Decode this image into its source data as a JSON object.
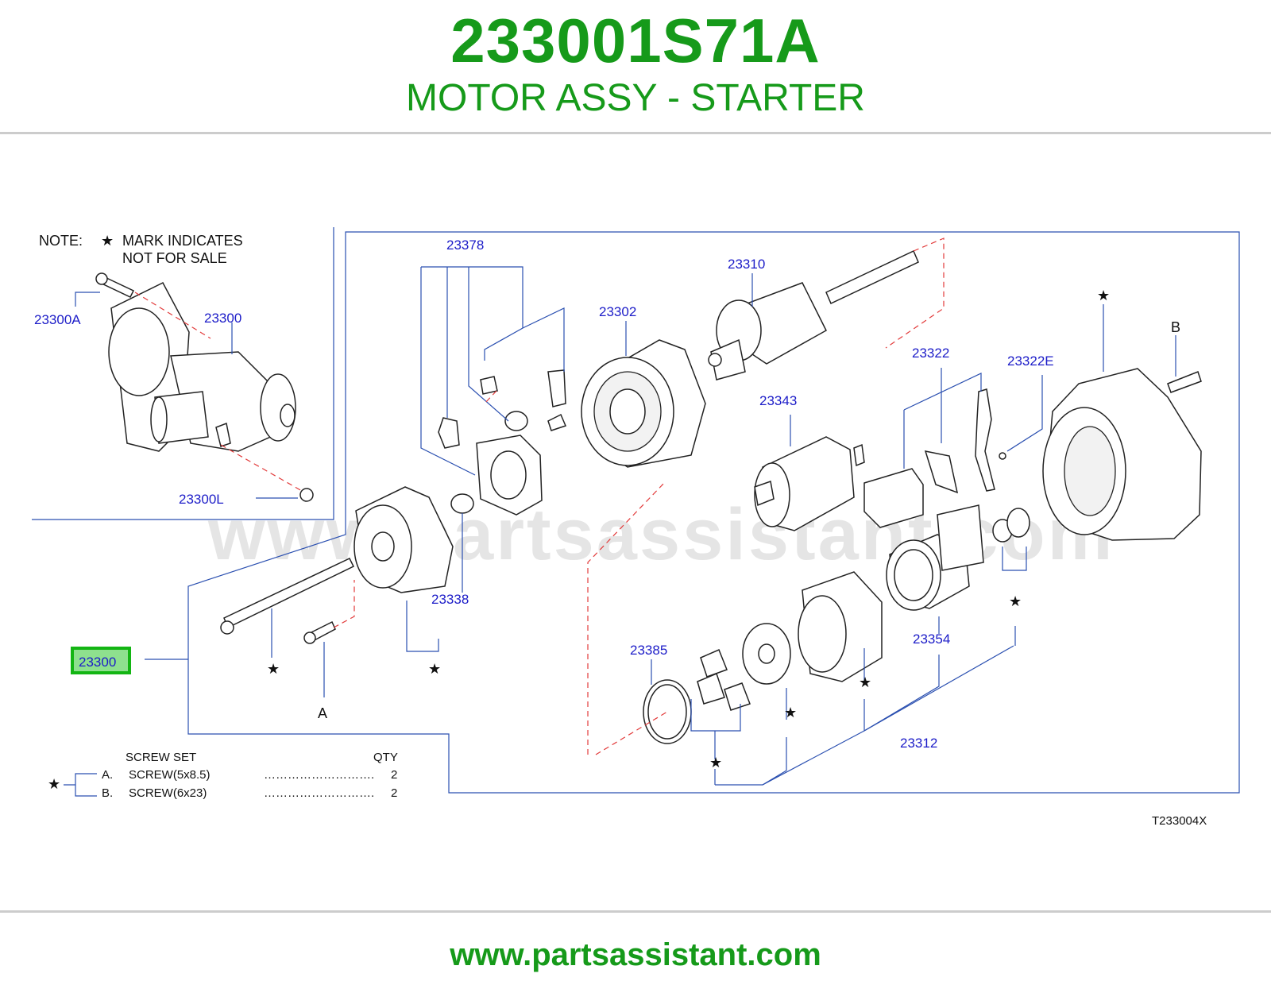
{
  "header": {
    "part_number": "233001S71A",
    "description": "MOTOR ASSY - STARTER"
  },
  "footer": {
    "url": "www.partsassistant.com"
  },
  "diagram": {
    "watermark": "www.partsassistant.com",
    "note": {
      "prefix": "NOTE:",
      "line1": "MARK  INDICATES",
      "line2": "NOT  FOR  SALE"
    },
    "star": "★",
    "callouts": {
      "c23378": "23378",
      "c23310": "23310",
      "c23302": "23302",
      "c23300a": "23300A",
      "c23300": "23300",
      "c23300l": "23300L",
      "c23322": "23322",
      "c23322e": "23322E",
      "c23343": "23343",
      "c23338": "23338",
      "c23385": "23385",
      "c23354": "23354",
      "c23312": "23312",
      "c23300_main": "23300"
    },
    "letters": {
      "a": "A",
      "b": "B"
    },
    "screw_set": {
      "title": "SCREW   SET",
      "qty_header": "QTY",
      "rows": [
        {
          "letter": "A.",
          "name": "SCREW(5x8.5)",
          "dots": "……………………….",
          "qty": "2"
        },
        {
          "letter": "B.",
          "name": "SCREW(6x23)",
          "dots": "……………………….",
          "qty": "2"
        }
      ]
    },
    "drawing_code": "T233004X"
  }
}
